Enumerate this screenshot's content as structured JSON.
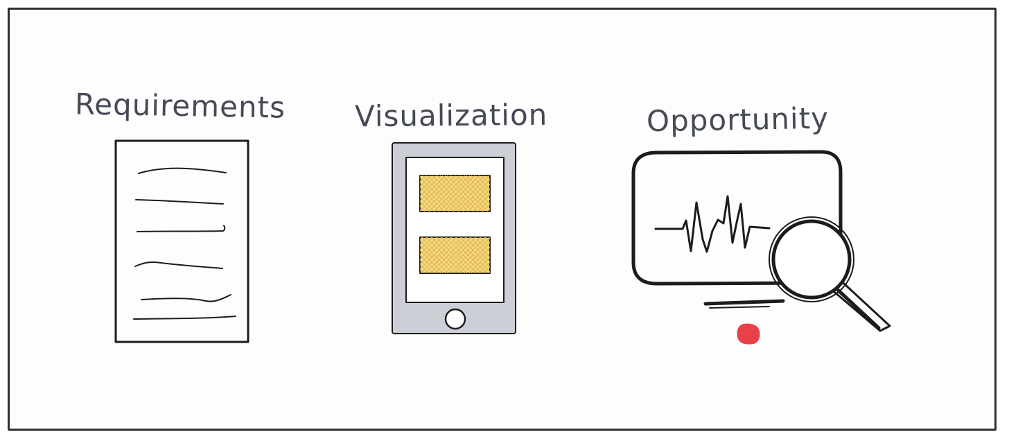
{
  "labels": {
    "requirements": "Requirements",
    "visualization": "Visualization",
    "opportunity": "Opportunity"
  },
  "colors": {
    "ink": "#1c1c1c",
    "label_text": "#454a55",
    "frame": "#2b3035",
    "tablet_body": "#ccd0d6",
    "hatch_fill": "#f3d98a",
    "hatch_stroke": "#e3b23c",
    "red_dot": "#e8414a"
  },
  "icons": {
    "requirements": "document-icon",
    "visualization": "tablet-icon",
    "opportunity": "monitor-magnifier-icon"
  }
}
